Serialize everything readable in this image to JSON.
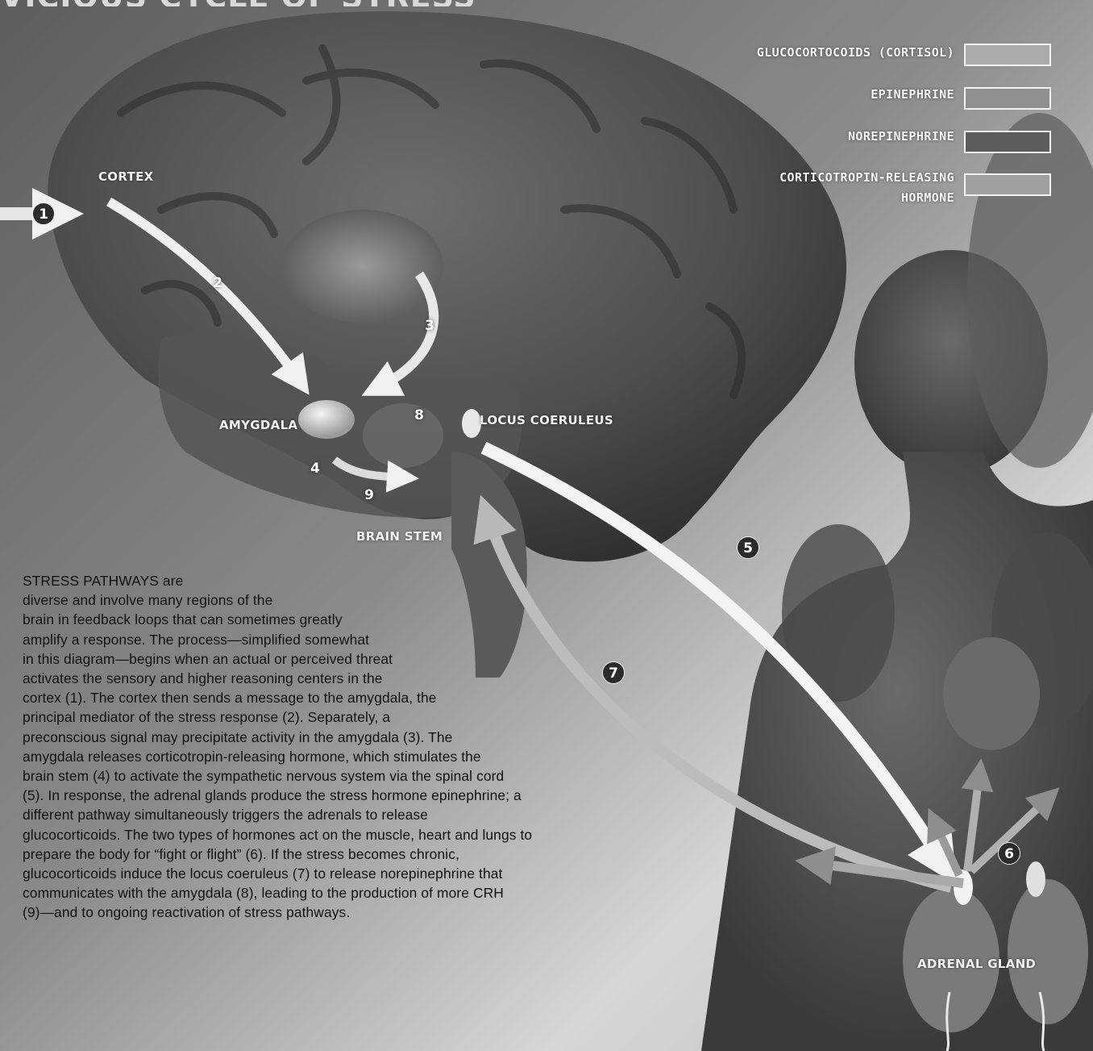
{
  "title_fragment": "VICIOUS CYCLE OF STRESS",
  "legend": [
    {
      "label": "GLUCOCORTOCOIDS (CORTISOL)",
      "color": "#ababab"
    },
    {
      "label": "EPINEPHRINE",
      "color": "#8f8f8f"
    },
    {
      "label": "NOREPINEPHRINE",
      "color": "#5c5c5c"
    },
    {
      "label": "CORTICOTROPIN-RELEASING\nHORMONE",
      "color": "#a0a0a0"
    }
  ],
  "labels": {
    "cortex": "CORTEX",
    "amygdala": "AMYGDALA",
    "locus_coeruleus": "LOCUS COERULEUS",
    "brain_stem": "BRAIN STEM",
    "adrenal_gland": "ADRENAL GLAND"
  },
  "steps": [
    "1",
    "2",
    "3",
    "4",
    "5",
    "6",
    "7",
    "8",
    "9"
  ],
  "caption_lines": [
    "STRESS PATHWAYS are",
    "diverse and involve many regions of the",
    "brain in feedback loops that can sometimes greatly",
    "amplify a response. The process—simplified somewhat",
    "in this diagram—begins when an actual or perceived threat",
    "activates the sensory and higher reasoning centers in the",
    "cortex (1). The cortex then sends a message to the amygdala, the",
    "principal mediator of the stress response (2). Separately, a",
    "preconscious signal may precipitate activity in the amygdala (3). The",
    "amygdala releases corticotropin-releasing hormone, which stimulates the",
    "brain stem (4) to activate the sympathetic nervous system via the spinal cord",
    "(5). In response, the adrenal glands produce the stress hormone epinephrine; a",
    "different pathway simultaneously triggers the adrenals to release",
    "glucocorticoids. The two types of hormones act on the muscle, heart and lungs to",
    "prepare the body for “fight or flight” (6). If the stress becomes chronic,",
    "glucocorticoids induce the locus coeruleus (7) to release norepinephrine that",
    "communicates with the amygdala (8), leading to the production of more CRH",
    "(9)—and to ongoing reactivation of stress pathways."
  ]
}
